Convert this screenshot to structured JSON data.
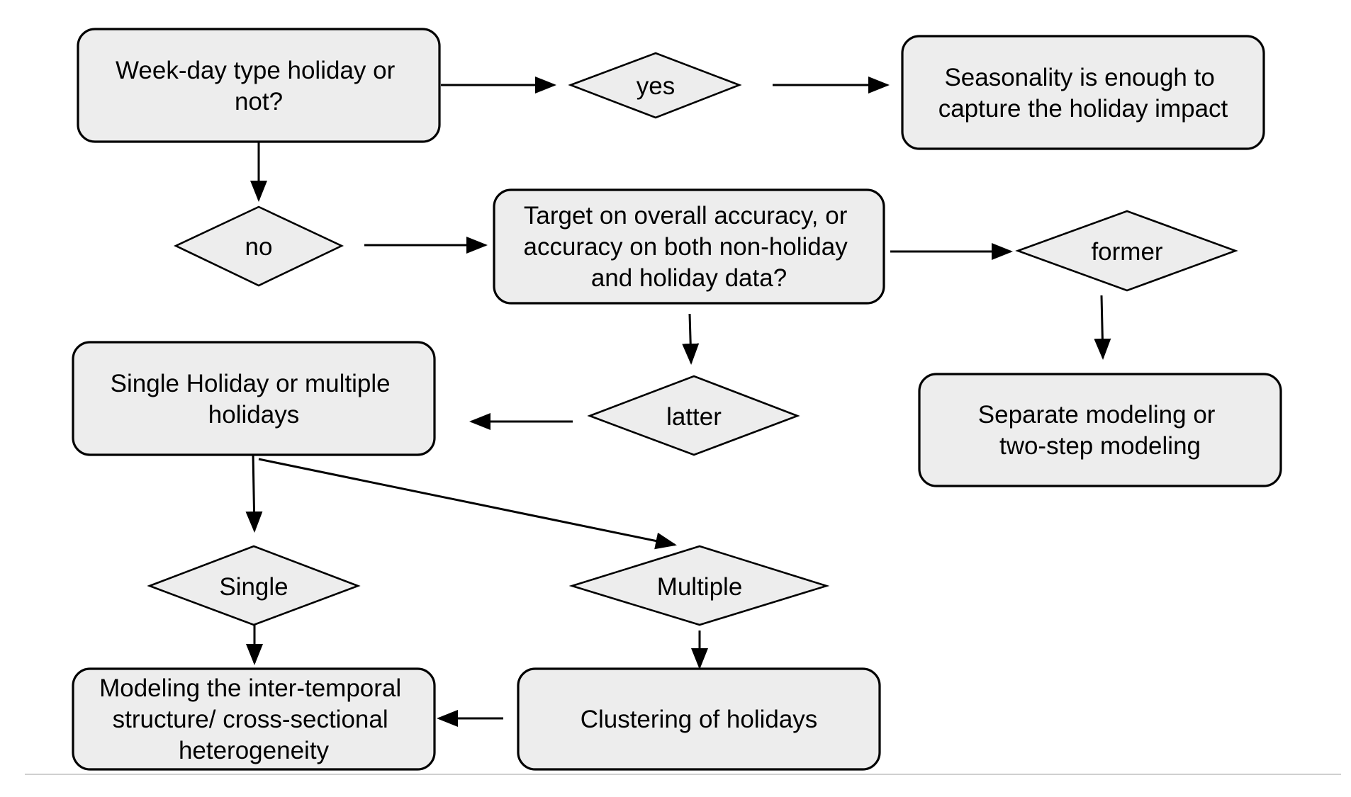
{
  "diagram": {
    "colors": {
      "node_fill": "#ededed",
      "stroke": "#000000",
      "text": "#000000",
      "footer_rule": "#d0d0d0"
    },
    "nodes": {
      "weekday": {
        "lines": [
          "Week-day type holiday or",
          "not?"
        ]
      },
      "yes": {
        "lines": [
          "yes"
        ]
      },
      "seasonality": {
        "lines": [
          "Seasonality is enough to",
          "capture the holiday impact"
        ]
      },
      "no": {
        "lines": [
          "no"
        ]
      },
      "target": {
        "lines": [
          "Target on overall accuracy, or",
          "accuracy on both non-holiday",
          "and holiday data?"
        ]
      },
      "former": {
        "lines": [
          "former"
        ]
      },
      "single_multiple": {
        "lines": [
          "Single Holiday or multiple",
          "holidays"
        ]
      },
      "latter": {
        "lines": [
          "latter"
        ]
      },
      "separate": {
        "lines": [
          "Separate modeling or",
          "two-step modeling"
        ]
      },
      "single": {
        "lines": [
          "Single"
        ]
      },
      "multiple": {
        "lines": [
          "Multiple"
        ]
      },
      "modeling": {
        "lines": [
          "Modeling the inter-temporal",
          "structure/ cross-sectional",
          "heterogeneity"
        ]
      },
      "clustering": {
        "lines": [
          "Clustering of holidays"
        ]
      }
    }
  }
}
